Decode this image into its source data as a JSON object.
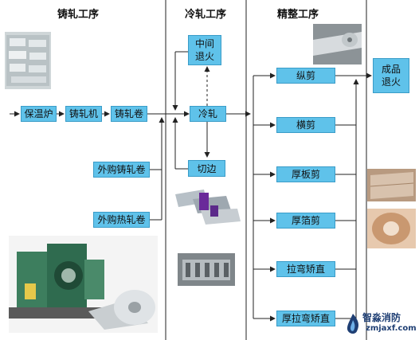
{
  "headers": {
    "casting": "铸轧工序",
    "cold": "冷轧工序",
    "finishing": "精整工序"
  },
  "boxes": {
    "holding_furnace": "保温炉",
    "caster": "铸轧机",
    "cast_coil": "铸轧卷",
    "purchased_cast_coil": "外购铸轧卷",
    "purchased_hot_coil": "外购热轧卷",
    "intermediate_annealing": "中间退火",
    "cold_rolling": "冷轧",
    "trimming": "切边",
    "slitting": "纵剪",
    "cross_cutting": "横剪",
    "thick_plate_cutting": "厚板剪",
    "thick_foil_cutting": "厚箔剪",
    "tension_leveling": "拉弯矫直",
    "thick_tension_leveling": "厚拉弯矫直",
    "final_annealing": "成品退火"
  },
  "watermark": {
    "name": "智淼消防",
    "url": "zmjaxf.com"
  },
  "colors": {
    "box_fill": "#5fc2ea",
    "box_border": "#3a9cc8",
    "line": "#222222"
  }
}
